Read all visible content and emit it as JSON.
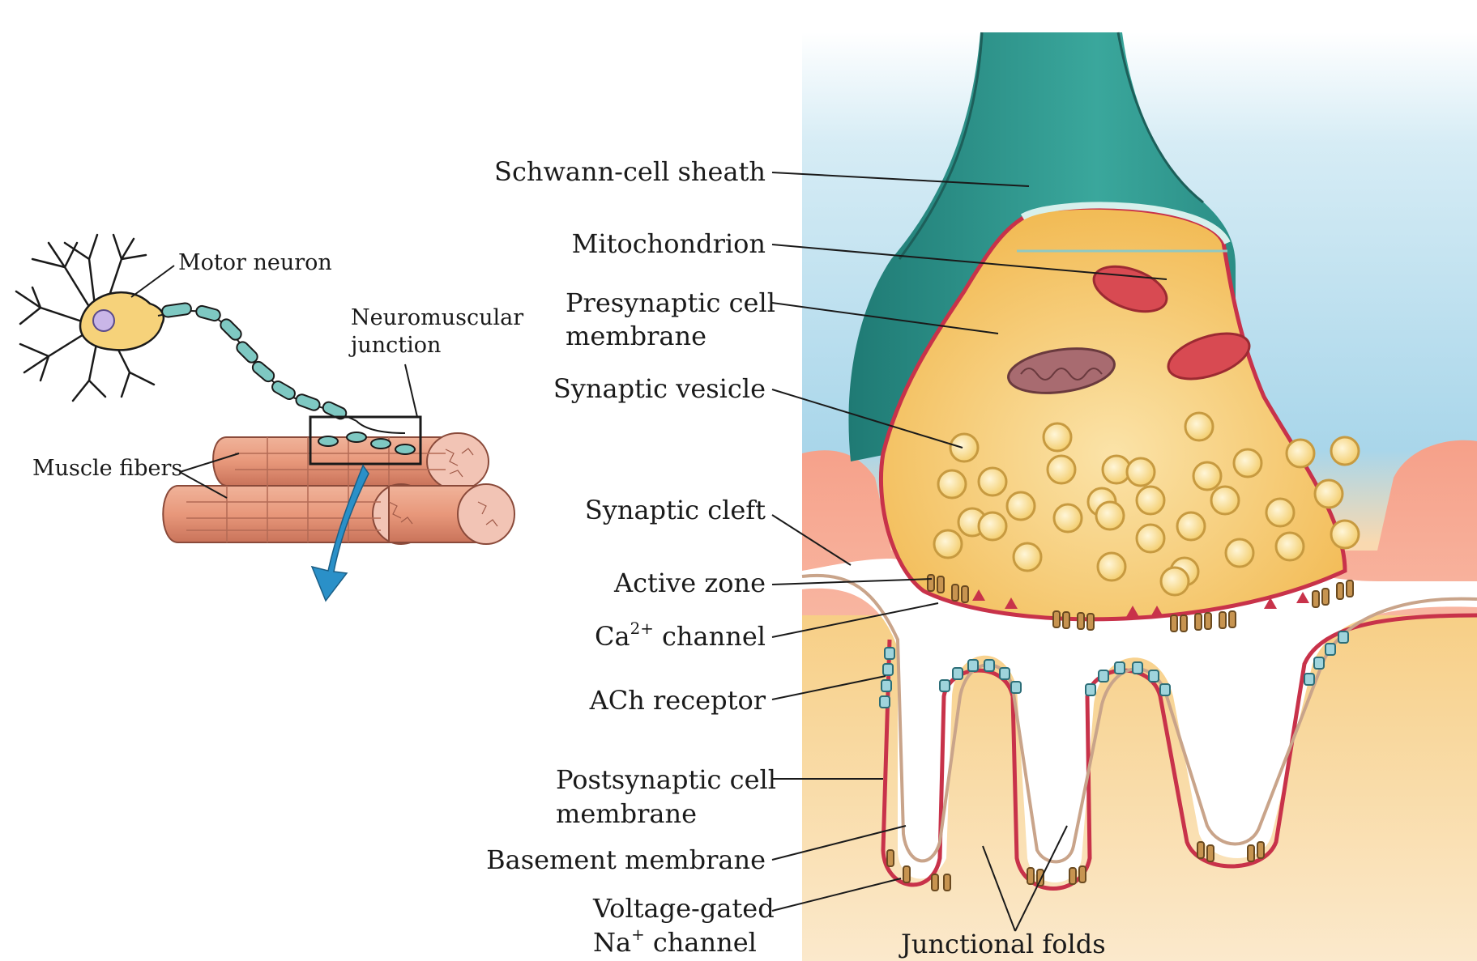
{
  "left_panel": {
    "motor_neuron": "Motor neuron",
    "neuromuscular_junction": [
      "Neuromuscular",
      "junction"
    ],
    "muscle_fibers": "Muscle fibers"
  },
  "main_panel": {
    "schwann_cell_sheath": "Schwann-cell sheath",
    "mitochondrion": "Mitochondrion",
    "presynaptic_cell_membrane": [
      "Presynaptic cell",
      "membrane"
    ],
    "synaptic_vesicle": "Synaptic vesicle",
    "synaptic_cleft": "Synaptic cleft",
    "active_zone": "Active zone",
    "ca_channel": {
      "base": "Ca",
      "sup": "2+",
      "rest": " channel"
    },
    "ach_receptor": "ACh receptor",
    "postsynaptic_cell_membrane": [
      "Postsynaptic cell",
      "membrane"
    ],
    "basement_membrane": "Basement membrane",
    "voltage_gated_na_channel": {
      "line1": "Voltage-gated",
      "base": "Na",
      "sup": "+",
      "rest": " channel"
    },
    "junctional_folds": "Junctional folds"
  },
  "colors": {
    "sheath_teal": "#2f9a90",
    "terminal_yellow": "#f6c96a",
    "membrane_red": "#c8324a",
    "muscle_salmon": "#e8a58a",
    "background_blue": "#bfe0ee",
    "arrow_blue": "#2a90c8"
  }
}
